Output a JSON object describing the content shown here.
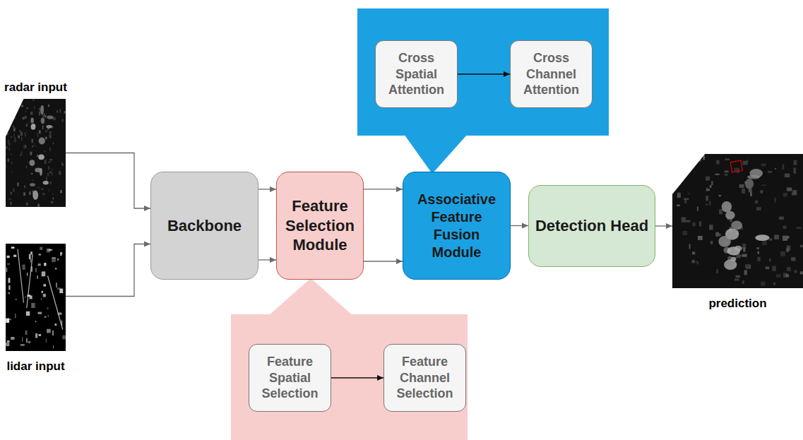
{
  "diagram": {
    "nodes": [
      {
        "text": [
          "Cross Spatial Attention"
        ]
      },
      {
        "text": [
          "Cross Channel Attention"
        ]
      },
      {
        "text": [
          "radar input"
        ]
      },
      {
        "text": [
          "Backbone"
        ]
      },
      {
        "text": [
          "Feature Selection Module"
        ]
      },
      {
        "text": [
          "Associative Feature Fusion Module"
        ]
      },
      {
        "text": [
          "Detection Head"
        ]
      },
      {
        "text": [
          "prediction"
        ]
      },
      {
        "text": [
          "lidar input"
        ]
      },
      {
        "text": [
          "Feature Spatial Selection"
        ]
      },
      {
        "text": [
          "Feature Channel Selection"
        ]
      }
    ],
    "edges": [
      {
        "from": 0,
        "to": 1,
        "arrow": "to"
      },
      {
        "from": 2,
        "to": 3,
        "arrow": "to"
      },
      {
        "from": 8,
        "to": 3,
        "arrow": "to"
      },
      {
        "from": 3,
        "to": 4,
        "arrow": "to"
      },
      {
        "from": 3,
        "to": 4,
        "arrow": "to"
      },
      {
        "from": 4,
        "to": 5,
        "arrow": "to"
      },
      {
        "from": 4,
        "to": 5,
        "arrow": "to"
      },
      {
        "from": 5,
        "to": 6,
        "arrow": "to"
      },
      {
        "from": 6,
        "to": 7,
        "arrow": "to"
      },
      {
        "from": 9,
        "to": 10,
        "arrow": "to"
      }
    ]
  }
}
